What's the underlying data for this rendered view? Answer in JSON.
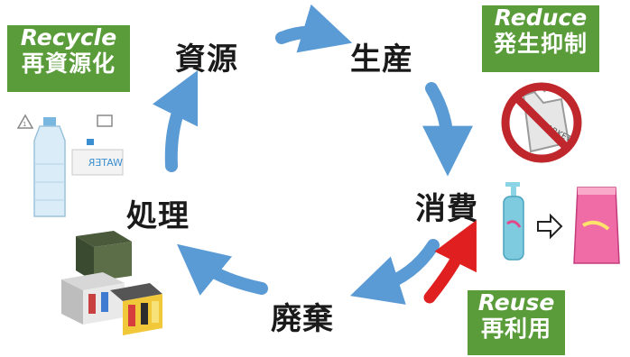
{
  "cycle": {
    "nodes": {
      "resource": "資源",
      "production": "生産",
      "consumption": "消費",
      "disposal": "廃棄",
      "treatment": "処理"
    }
  },
  "badges": {
    "recycle": {
      "en": "Recycle",
      "jp": "再資源化"
    },
    "reduce": {
      "en": "Reduce",
      "jp": "発生抑制"
    },
    "reuse": {
      "en": "Reuse",
      "jp": "再利用"
    }
  },
  "illustrations": {
    "bag_label": "MARKET",
    "bottle_label": "WATER"
  },
  "colors": {
    "arrow_blue": "#5b9bd5",
    "arrow_red": "#e02020",
    "badge_green": "#5a9b3a"
  },
  "icons": [
    "plastic-bag-prohibited-icon",
    "pump-bottle-icon",
    "refill-pouch-icon",
    "outline-arrow-icon",
    "water-bottle-icon",
    "recycle-mark-icon",
    "crushed-cans-bale-icon"
  ]
}
